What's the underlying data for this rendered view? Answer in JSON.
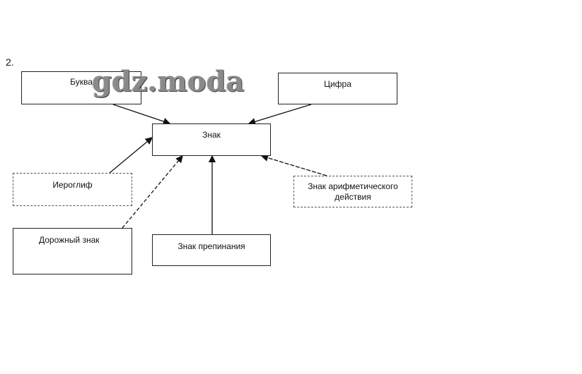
{
  "task_number": "2.",
  "boxes": {
    "letter": "Буква",
    "digit": "Цифра",
    "sign": "Знак",
    "hieroglyph": "Иероглиф",
    "arithmetic_line1": "Знак арифметического",
    "arithmetic_line2": "действия",
    "road_sign": "Дорожный знак",
    "punctuation": "Знак препинания"
  },
  "watermark": "gdz.moda"
}
